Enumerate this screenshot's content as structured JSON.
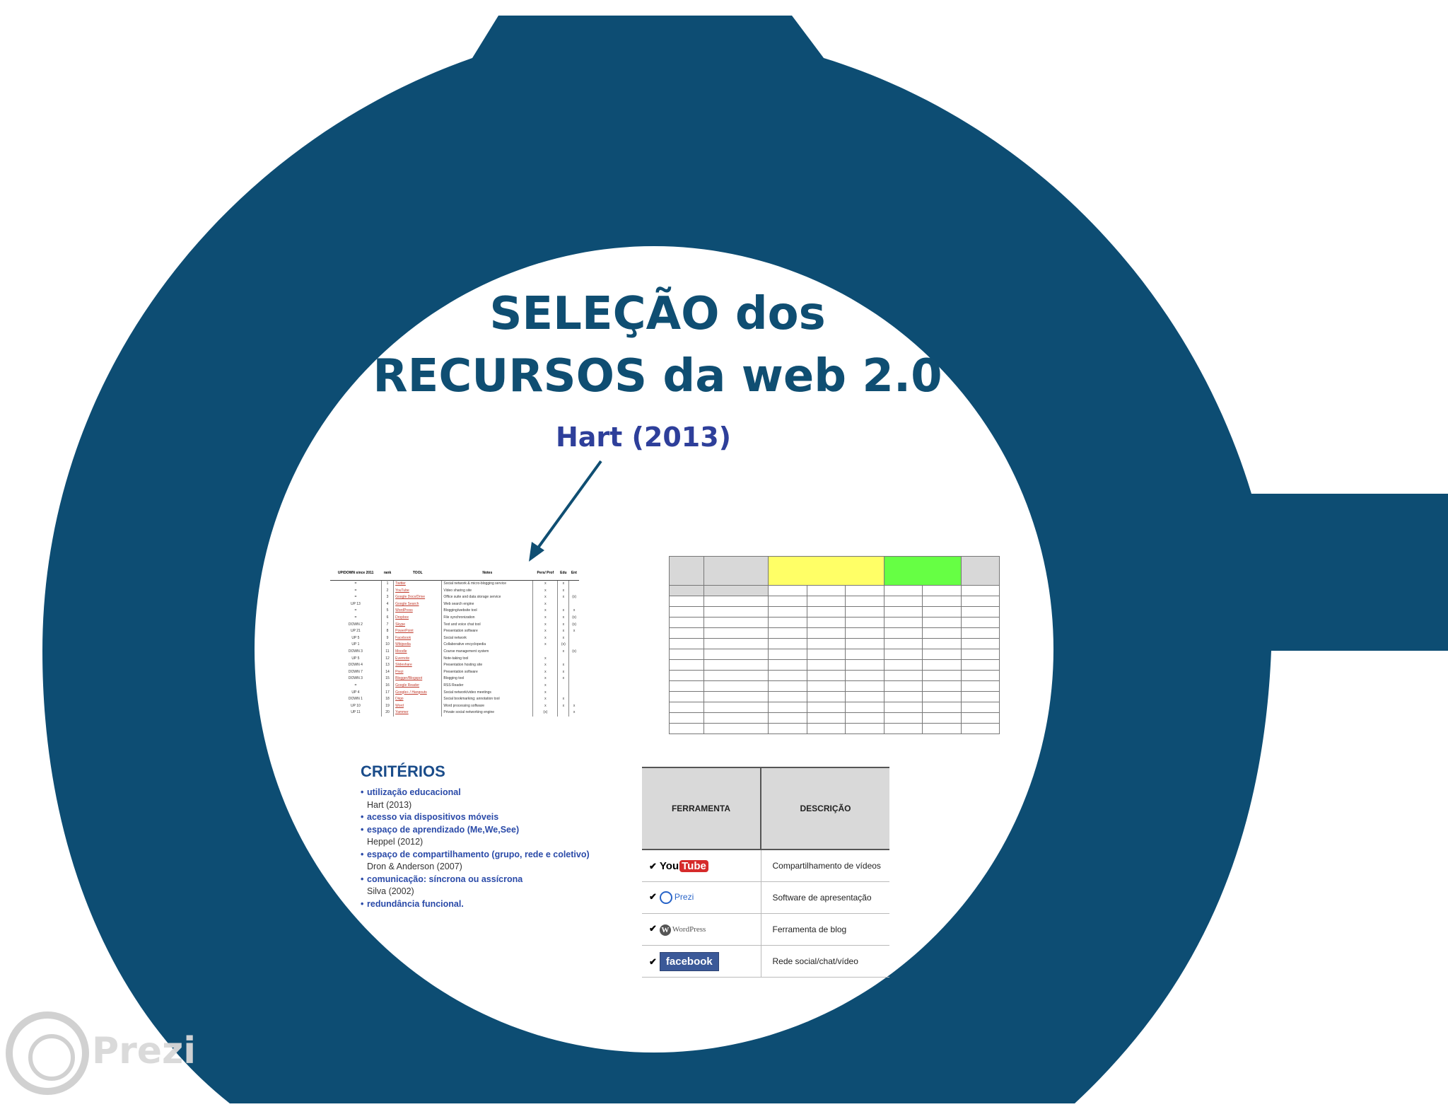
{
  "slide": {
    "title_line1": "SELEÇÃO dos",
    "title_line2": "RECURSOS da web 2.0",
    "source_label": "Hart (2013)"
  },
  "left_table": {
    "headers": [
      "UP/DOWN since 2011",
      "rank",
      "TOOL",
      "Notes",
      "Pers/ Prof",
      "Edu",
      "Ent"
    ],
    "rows": [
      [
        "=",
        "1",
        "Twitter",
        "Social network & micro-blogging service",
        "x",
        "x",
        ""
      ],
      [
        "=",
        "2",
        "YouTube",
        "Video sharing site",
        "x",
        "x",
        ""
      ],
      [
        "=",
        "3",
        "Google Docs/Drive",
        "Office suite and data storage service",
        "x",
        "x",
        "(x)"
      ],
      [
        "UP 13",
        "4",
        "Google Search",
        "Web search engine",
        "x",
        "",
        ""
      ],
      [
        "=",
        "5",
        "WordPress",
        "Blogging/website tool",
        "x",
        "x",
        "x"
      ],
      [
        "=",
        "6",
        "Dropbox",
        "File synchronization",
        "x",
        "x",
        "(x)"
      ],
      [
        "DOWN 2",
        "7",
        "Skype",
        "Text and voice chat tool",
        "x",
        "x",
        "(x)"
      ],
      [
        "UP 21",
        "8",
        "PowerPoint",
        "Presentation software",
        "x",
        "x",
        "x"
      ],
      [
        "UP 5",
        "9",
        "Facebook",
        "Social network",
        "x",
        "x",
        ""
      ],
      [
        "UP 1",
        "10",
        "Wikipedia",
        "Collaborative encyclopedia",
        "x",
        "(x)",
        ""
      ],
      [
        "DOWN 3",
        "11",
        "Moodle",
        "Course management system",
        "",
        "x",
        "(x)"
      ],
      [
        "UP 5",
        "12",
        "Evernote",
        "Note-taking tool",
        "x",
        "",
        ""
      ],
      [
        "DOWN 4",
        "13",
        "Slideshare",
        "Presentation hosting site",
        "x",
        "x",
        ""
      ],
      [
        "DOWN 7",
        "14",
        "Prezi",
        "Presentation software",
        "x",
        "x",
        ""
      ],
      [
        "DOWN 3",
        "15",
        "Blogger/Blogspot",
        "Blogging tool",
        "x",
        "x",
        ""
      ],
      [
        "=",
        "16",
        "Google Reader",
        "RSS Reader",
        "x",
        "",
        ""
      ],
      [
        "UP 4",
        "17",
        "Google+ / Hangouts",
        "Social network/video meetings",
        "x",
        "",
        ""
      ],
      [
        "DOWN 1",
        "18",
        "Diigo",
        "Social bookmarking; annotation tool",
        "x",
        "x",
        ""
      ],
      [
        "UP 10",
        "19",
        "Word",
        "Word processing software",
        "x",
        "x",
        "x"
      ],
      [
        "UP 11",
        "20",
        "Yammer",
        "Private social networking engine",
        "(x)",
        "",
        "x"
      ]
    ]
  },
  "criteria": {
    "heading": "CRITÉRIOS",
    "items": [
      {
        "label": "utilização educacional",
        "ref": "Hart (2013)"
      },
      {
        "label": "acesso via dispositivos móveis",
        "ref": ""
      },
      {
        "label": "espaço de aprendizado (Me,We,See)",
        "ref": "Heppel (2012)"
      },
      {
        "label": "espaço de compartilhamento (grupo, rede e coletivo)",
        "ref": "Dron & Anderson (2007)"
      },
      {
        "label": "comunicação: síncrona ou assícrona",
        "ref": "Silva (2002)"
      },
      {
        "label": "redundância funcional.",
        "ref": ""
      }
    ]
  },
  "tools_table": {
    "header_tool": "FERRAMENTA",
    "header_desc": "DESCRIÇÃO",
    "rows": [
      {
        "logo": "youtube-logo",
        "logo_text_a": "You",
        "logo_text_b": "Tube",
        "desc": "Compartilhamento de vídeos"
      },
      {
        "logo": "prezi-logo",
        "logo_text_a": "Prezi",
        "logo_text_b": "",
        "desc": "Software de apresentação"
      },
      {
        "logo": "wordpress-logo",
        "logo_text_a": "WordPress",
        "logo_text_b": "",
        "desc": "Ferramenta de blog"
      },
      {
        "logo": "facebook-logo",
        "logo_text_a": "facebook",
        "logo_text_b": "",
        "desc": "Rede social/chat/vídeo"
      }
    ],
    "check_mark": "✔"
  },
  "brand": {
    "name": "Prezi"
  },
  "colors": {
    "frame": "#0d4d73",
    "title": "#0f4e72",
    "hart": "#2e3f9a",
    "criteria": "#2a4aa8"
  }
}
